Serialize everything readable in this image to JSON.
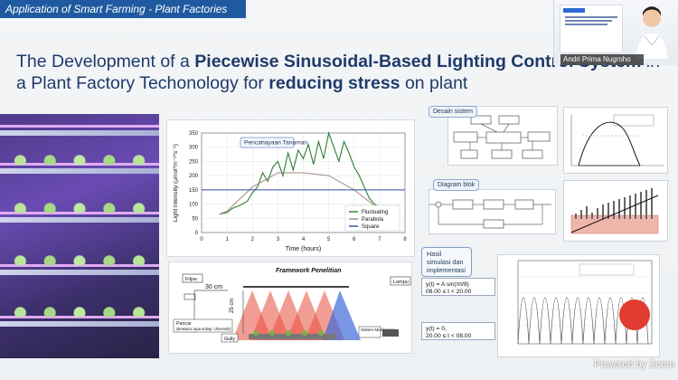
{
  "banner": {
    "text": "Application of Smart Farming - Plant Factories"
  },
  "title": {
    "prefix": "The Development of a ",
    "bold1": "Piecewise Sinusoidal-Based Lighting Control System",
    "middle": " in a Plant Factory Techonology for ",
    "bold2": "reducing stress",
    "suffix": " on plant"
  },
  "presenter": {
    "name": "Andri Prima Nugroho"
  },
  "chart_data": {
    "type": "line",
    "title": "Pencahayaan Tanaman",
    "xlabel": "Time (hours)",
    "ylabel": "Light intensity (μmol*m⁻²*s⁻¹)",
    "xlim": [
      0,
      8
    ],
    "ylim": [
      0,
      350
    ],
    "xticks": [
      0,
      1,
      2,
      3,
      4,
      5,
      6,
      7,
      8
    ],
    "yticks": [
      0,
      50,
      100,
      150,
      200,
      250,
      300,
      350
    ],
    "series": [
      {
        "name": "Fluctuating",
        "color": "#2e7d32",
        "values": [
          [
            0.7,
            65
          ],
          [
            1.0,
            70
          ],
          [
            1.2,
            85
          ],
          [
            1.5,
            95
          ],
          [
            1.8,
            110
          ],
          [
            2.0,
            140
          ],
          [
            2.2,
            160
          ],
          [
            2.4,
            210
          ],
          [
            2.6,
            180
          ],
          [
            2.8,
            230
          ],
          [
            3.0,
            250
          ],
          [
            3.2,
            200
          ],
          [
            3.4,
            280
          ],
          [
            3.6,
            220
          ],
          [
            3.8,
            290
          ],
          [
            4.0,
            260
          ],
          [
            4.2,
            310
          ],
          [
            4.4,
            240
          ],
          [
            4.6,
            320
          ],
          [
            4.8,
            260
          ],
          [
            5.0,
            350
          ],
          [
            5.2,
            300
          ],
          [
            5.4,
            250
          ],
          [
            5.6,
            320
          ],
          [
            5.8,
            280
          ],
          [
            6.0,
            230
          ],
          [
            6.2,
            200
          ],
          [
            6.4,
            160
          ],
          [
            6.6,
            120
          ],
          [
            6.8,
            100
          ],
          [
            7.0,
            90
          ],
          [
            7.2,
            75
          ],
          [
            7.4,
            70
          ]
        ]
      },
      {
        "name": "Parabola",
        "color": "#a1887f",
        "values": [
          [
            0.7,
            65
          ],
          [
            1.0,
            75
          ],
          [
            2.0,
            160
          ],
          [
            3.0,
            210
          ],
          [
            4.0,
            210
          ],
          [
            5.0,
            200
          ],
          [
            6.0,
            150
          ],
          [
            7.0,
            80
          ],
          [
            7.3,
            60
          ]
        ]
      },
      {
        "name": "Square",
        "color": "#2d4b9c",
        "values": [
          [
            0.0,
            150
          ],
          [
            8.0,
            150
          ]
        ]
      }
    ],
    "legend": "lower-right"
  },
  "diagrams": {
    "desain_sistem": "Desain sistem",
    "diagram_blok": "Diagram blok",
    "hasil_simulasi": "Hasil simulasi dan implementasi",
    "framework_title": "Framework Penelitian",
    "framework_labels": {
      "filpw": "Filpw",
      "lampu": "Lampu",
      "cm30": "30 cm",
      "cm25": "25 cm",
      "pancar": "Pancar",
      "pancar_sub": "(Brassica rapa subsp. chinensis)",
      "gully": "Gully",
      "sistem_monitoring": "Sistem Monitoring"
    },
    "formula1": [
      "y(t) = A sin(πt/8)",
      "08.00 ≤ t < 20.00"
    ],
    "formula2": [
      "y(t) = 0,",
      "20.00 ≤ t < 08.00"
    ]
  },
  "footer": {
    "powered": "Powered by Zoom"
  }
}
